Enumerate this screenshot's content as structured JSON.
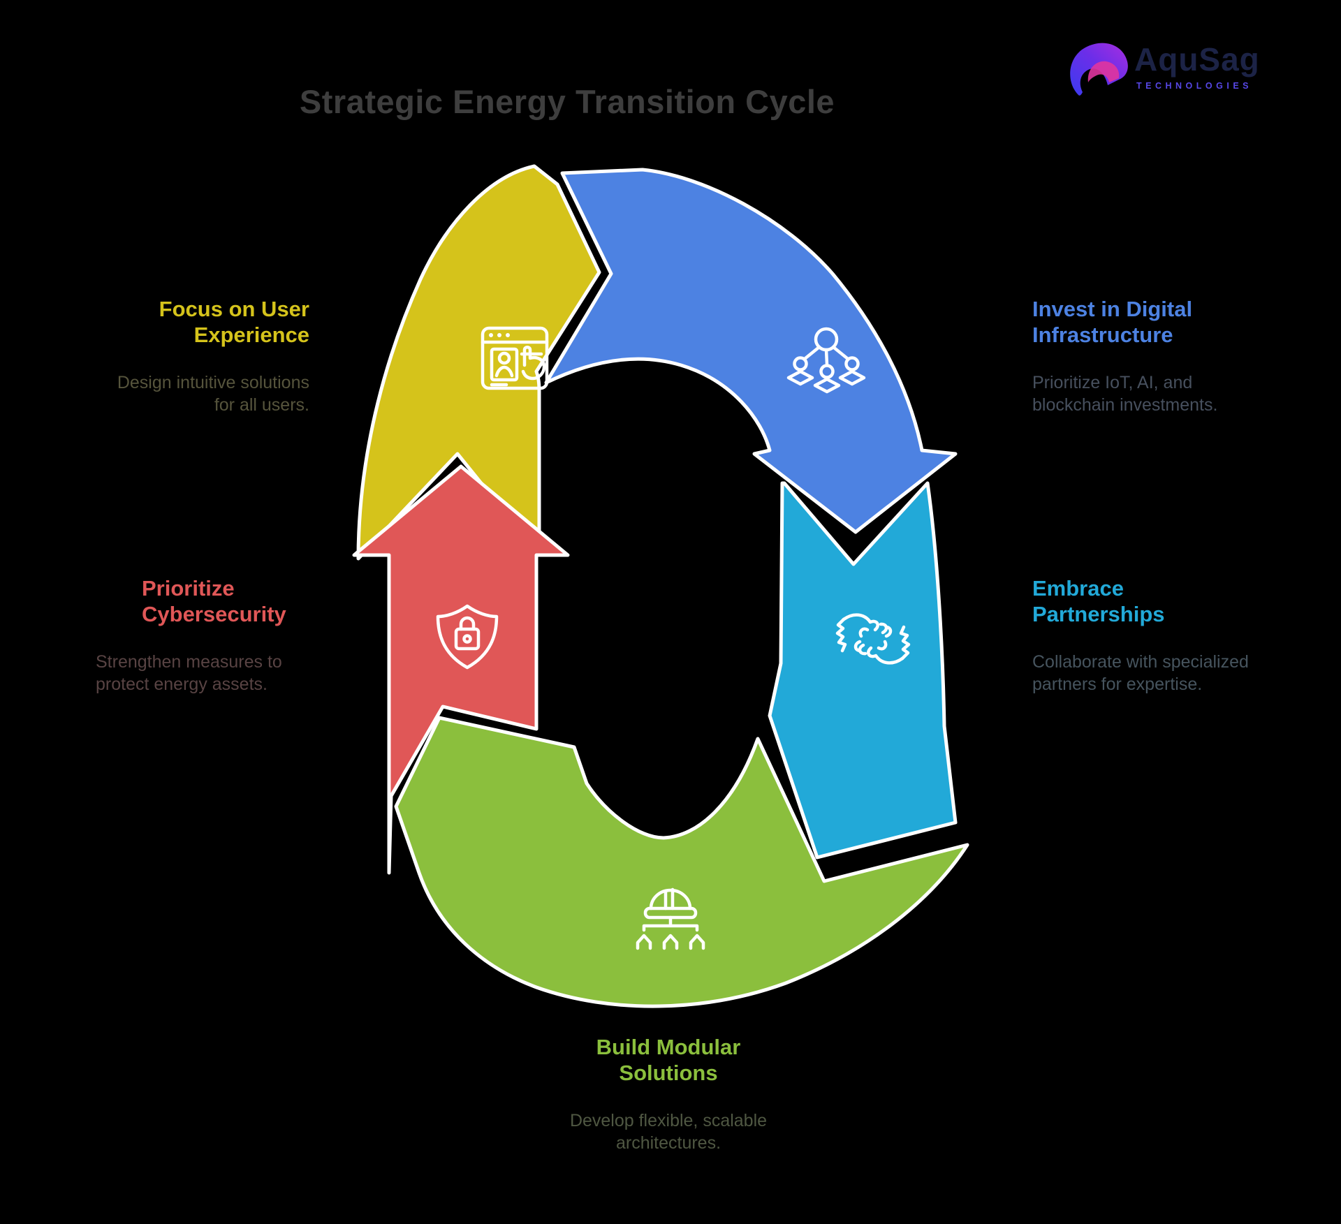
{
  "title": "Strategic Energy Transition Cycle",
  "colors": {
    "background": "#000000",
    "title": "#3e3e3e",
    "outline": "#ffffff"
  },
  "logo": {
    "name": "AquSag",
    "tagline": "TECHNOLOGIES",
    "name_color": "#1c2346",
    "tagline_color": "#5747e6",
    "mark_icon": "aqusag-logo-mark"
  },
  "sections": [
    {
      "id": "user-experience",
      "icon": "browser-user-icon",
      "color": "#d5c31b",
      "desc_color": "#56543c",
      "title_lines": [
        "Focus on User",
        "Experience"
      ],
      "desc_lines": [
        "Design intuitive solutions",
        "for all users."
      ]
    },
    {
      "id": "digital-infrastructure",
      "icon": "network-nodes-icon",
      "color": "#4d82e2",
      "desc_color": "#47505e",
      "title_lines": [
        "Invest in Digital",
        "Infrastructure"
      ],
      "desc_lines": [
        "Prioritize IoT, AI, and",
        "blockchain investments."
      ]
    },
    {
      "id": "partnerships",
      "icon": "handshake-icon",
      "color": "#22a9d8",
      "desc_color": "#46545e",
      "title_lines": [
        "Embrace",
        "Partnerships"
      ],
      "desc_lines": [
        "Collaborate with specialized",
        "partners for expertise."
      ]
    },
    {
      "id": "modular-solutions",
      "icon": "construction-hierarchy-icon",
      "color": "#8bbf3d",
      "desc_color": "#4f5742",
      "title_lines": [
        "Build Modular",
        "Solutions"
      ],
      "desc_lines": [
        "Develop flexible, scalable",
        "architectures."
      ]
    },
    {
      "id": "cybersecurity",
      "icon": "shield-lock-icon",
      "color": "#e05757",
      "desc_color": "#584343",
      "title_lines": [
        "Prioritize",
        "Cybersecurity"
      ],
      "desc_lines": [
        "Strengthen measures to",
        "protect energy assets."
      ]
    }
  ]
}
